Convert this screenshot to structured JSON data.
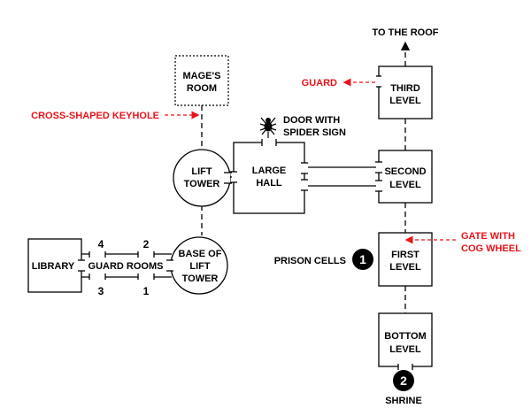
{
  "labels": {
    "to_roof": "TO THE ROOF",
    "mages_room_1": "MAGE'S",
    "mages_room_2": "ROOM",
    "keyhole": "CROSS-SHAPED KEYHOLE",
    "guard": "GUARD",
    "third_level_1": "THIRD",
    "third_level_2": "LEVEL",
    "door_spider_1": "DOOR WITH",
    "door_spider_2": "SPIDER SIGN",
    "lift_tower_1": "LIFT",
    "lift_tower_2": "TOWER",
    "large_hall_1": "LARGE",
    "large_hall_2": "HALL",
    "second_level_1": "SECOND",
    "second_level_2": "LEVEL",
    "gate_cog_1": "GATE WITH",
    "gate_cog_2": "COG WHEEL",
    "library": "LIBRARY",
    "guard_rooms": "GUARD ROOMS",
    "base_lift_1": "BASE OF",
    "base_lift_2": "LIFT",
    "base_lift_3": "TOWER",
    "prison_cells": "PRISON CELLS",
    "first_level_1": "FIRST",
    "first_level_2": "LEVEL",
    "bottom_level_1": "BOTTOM",
    "bottom_level_2": "LEVEL",
    "shrine": "SHRINE",
    "num_4": "4",
    "num_2": "2",
    "num_3": "3",
    "num_1": "1",
    "badge_1": "1",
    "badge_2": "2"
  },
  "colors": {
    "annotation": "#e8141b",
    "line": "#000000"
  },
  "icons": {
    "spider": "spider-icon",
    "arrow": "arrow-icon"
  }
}
